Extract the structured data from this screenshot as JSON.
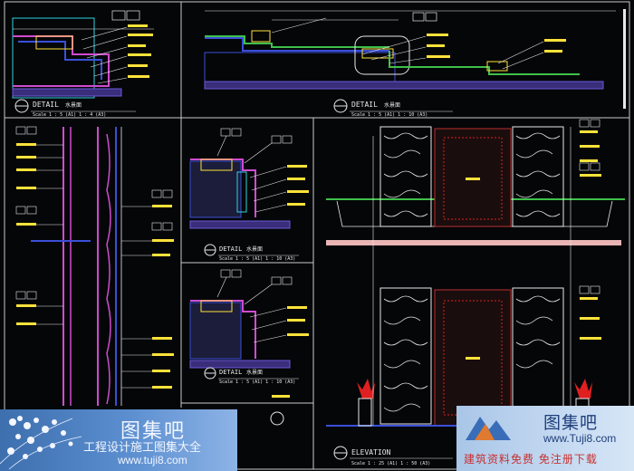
{
  "colors": {
    "background": "#050608",
    "frame": "#c9c9c9",
    "cyan": "#2fd3e0",
    "yellow": "#ffe23a",
    "magenta": "#d04bd0",
    "green": "#3fc04a",
    "red": "#e02020",
    "white": "#e8e8e8",
    "blue": "#3a4fd8",
    "pink_band": "#e8b4b4"
  },
  "drawing": {
    "top_left": {
      "title": "DETAIL",
      "title_cn": "水景面",
      "scale": "Scale 1 : 5 (A1) 1 : 4 (A3)"
    },
    "top_right": {
      "title": "DETAIL",
      "title_cn": "水景面",
      "scale": "Scale 1 : 5 (A1) 1 : 10 (A3)"
    },
    "mid_center_top": {
      "title": "DETAIL",
      "title_cn": "水景面",
      "scale": "Scale 1 : 5 (A1) 1 : 10 (A3)"
    },
    "mid_center_bottom": {
      "title": "DETAIL",
      "title_cn": "水景面",
      "scale": "Scale 1 : 5 (A1) 1 : 10 (A3)"
    },
    "elevation": {
      "title": "ELEVATION",
      "scale": "Scale 1 : 25 (A1) 1 : 50 (A3)"
    }
  },
  "watermark_left": {
    "title": "图集吧",
    "subtitle": "工程设计施工图集大全",
    "url": "www.tuji8.com",
    "icon": "flower-icon"
  },
  "watermark_right": {
    "title": "图集吧",
    "url": "www.Tuji8.com",
    "slogan": "建筑资料免费  免注册下载",
    "icon": "mountain-logo-icon"
  }
}
